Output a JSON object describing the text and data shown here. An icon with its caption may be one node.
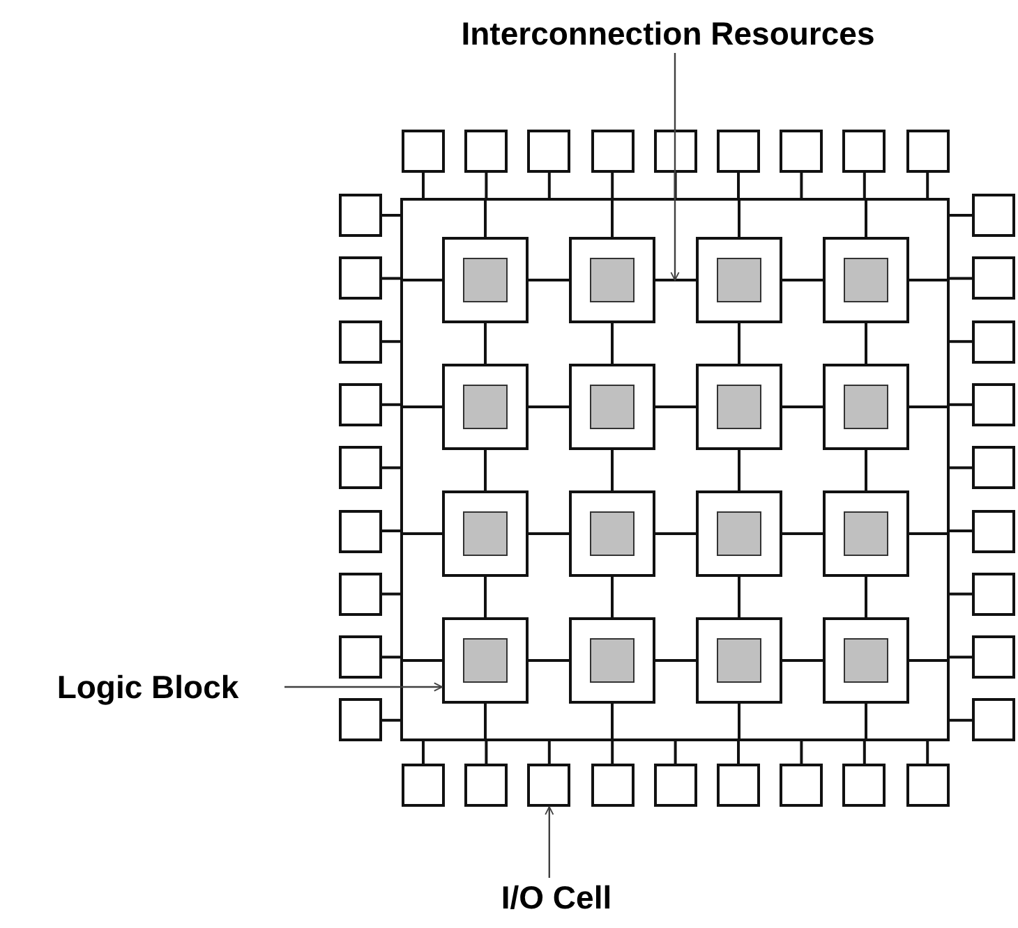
{
  "diagram": {
    "nodes": [
      {
        "text": [
          "Interconnection Resources"
        ]
      },
      {
        "text": [],
        "shape": "box"
      },
      {
        "text": [],
        "shape": "box"
      },
      {
        "text": [],
        "shape": "box"
      },
      {
        "text": [],
        "shape": "box"
      },
      {
        "text": [],
        "shape": "box"
      },
      {
        "text": [],
        "shape": "box"
      },
      {
        "text": [],
        "shape": "box"
      },
      {
        "text": [],
        "shape": "box"
      },
      {
        "text": [],
        "shape": "box"
      },
      {
        "text": [],
        "shape": "box"
      },
      {
        "text": [],
        "shape": "box"
      },
      {
        "text": [],
        "shape": "box"
      },
      {
        "text": [],
        "shape": "box"
      },
      {
        "text": [],
        "shape": "box"
      },
      {
        "text": [],
        "shape": "box"
      },
      {
        "text": [],
        "shape": "box"
      },
      {
        "text": [],
        "shape": "box"
      },
      {
        "text": [],
        "shape": "box"
      },
      {
        "text": [],
        "shape": "box"
      },
      {
        "text": [],
        "shape": "box"
      },
      {
        "text": [],
        "shape": "box"
      },
      {
        "text": [],
        "shape": "box"
      },
      {
        "text": [],
        "shape": "box"
      },
      {
        "text": [],
        "shape": "box"
      },
      {
        "text": [],
        "shape": "box"
      },
      {
        "text": [],
        "shape": "box"
      },
      {
        "text": [],
        "shape": "box"
      },
      {
        "text": [],
        "shape": "box"
      },
      {
        "text": [],
        "shape": "box",
        "in": 10
      },
      {
        "text": [],
        "shape": "box",
        "in": 10
      },
      {
        "text": [],
        "shape": "box",
        "in": 10
      },
      {
        "text": [],
        "shape": "box",
        "in": 10
      },
      {
        "text": [],
        "shape": "box",
        "in": 10
      },
      {
        "text": [],
        "shape": "box",
        "in": 10
      },
      {
        "text": [],
        "shape": "box",
        "in": 10
      },
      {
        "text": [],
        "shape": "box",
        "in": 10
      },
      {
        "text": [],
        "shape": "box",
        "in": 10
      },
      {
        "text": [],
        "shape": "box",
        "in": 10
      },
      {
        "text": [],
        "shape": "box",
        "in": 10
      },
      {
        "text": [],
        "shape": "box",
        "in": 10
      },
      {
        "text": [],
        "shape": "box",
        "in": 10
      },
      {
        "text": [],
        "shape": "box",
        "in": 10
      },
      {
        "text": [],
        "shape": "box",
        "in": 10
      },
      {
        "text": [],
        "shape": "box",
        "in": 10
      },
      {
        "text": [
          "Logic Block"
        ]
      },
      {
        "text": [],
        "shape": "box"
      },
      {
        "text": [],
        "shape": "box"
      },
      {
        "text": [],
        "shape": "box"
      },
      {
        "text": [],
        "shape": "box"
      },
      {
        "text": [],
        "shape": "box"
      },
      {
        "text": [],
        "shape": "box"
      },
      {
        "text": [],
        "shape": "box"
      },
      {
        "text": [],
        "shape": "box"
      },
      {
        "text": [],
        "shape": "box"
      },
      {
        "text": [
          "I/O Cell"
        ]
      }
    ],
    "edges": [
      {
        "from": 1,
        "to": 10,
        "arrow": "none"
      },
      {
        "from": 2,
        "to": 10,
        "arrow": "none"
      },
      {
        "from": 3,
        "to": 10,
        "arrow": "none"
      },
      {
        "from": 4,
        "to": 10,
        "arrow": "none"
      },
      {
        "from": 5,
        "to": 10,
        "arrow": "none"
      },
      {
        "from": 6,
        "to": 10,
        "arrow": "none"
      },
      {
        "from": 7,
        "to": 10,
        "arrow": "none"
      },
      {
        "from": 8,
        "to": 10,
        "arrow": "none"
      },
      {
        "from": 9,
        "to": 10,
        "arrow": "none"
      },
      {
        "from": 11,
        "to": 10,
        "arrow": "none"
      },
      {
        "from": 12,
        "to": 10,
        "arrow": "none"
      },
      {
        "from": 13,
        "to": 10,
        "arrow": "none"
      },
      {
        "from": 14,
        "to": 10,
        "arrow": "none"
      },
      {
        "from": 15,
        "to": 10,
        "arrow": "none"
      },
      {
        "from": 16,
        "to": 10,
        "arrow": "none"
      },
      {
        "from": 17,
        "to": 10,
        "arrow": "none"
      },
      {
        "from": 18,
        "to": 10,
        "arrow": "none"
      },
      {
        "from": 19,
        "to": 10,
        "arrow": "none"
      },
      {
        "from": 20,
        "to": 10,
        "arrow": "none"
      },
      {
        "from": 21,
        "to": 10,
        "arrow": "none"
      },
      {
        "from": 22,
        "to": 10,
        "arrow": "none"
      },
      {
        "from": 23,
        "to": 10,
        "arrow": "none"
      },
      {
        "from": 24,
        "to": 10,
        "arrow": "none"
      },
      {
        "from": 25,
        "to": 10,
        "arrow": "none"
      },
      {
        "from": 26,
        "to": 10,
        "arrow": "none"
      },
      {
        "from": 27,
        "to": 10,
        "arrow": "none"
      },
      {
        "from": 28,
        "to": 10,
        "arrow": "none"
      },
      {
        "from": 46,
        "to": 10,
        "arrow": "none"
      },
      {
        "from": 47,
        "to": 10,
        "arrow": "none"
      },
      {
        "from": 48,
        "to": 10,
        "arrow": "none"
      },
      {
        "from": 49,
        "to": 10,
        "arrow": "none"
      },
      {
        "from": 50,
        "to": 10,
        "arrow": "none"
      },
      {
        "from": 51,
        "to": 10,
        "arrow": "none"
      },
      {
        "from": 52,
        "to": 10,
        "arrow": "none"
      },
      {
        "from": 53,
        "to": 10,
        "arrow": "none"
      },
      {
        "from": 54,
        "to": 10,
        "arrow": "none"
      },
      {
        "from": 29,
        "to": 10,
        "arrow": "none"
      },
      {
        "from": 30,
        "to": 10,
        "arrow": "none"
      },
      {
        "from": 31,
        "to": 10,
        "arrow": "none"
      },
      {
        "from": 32,
        "to": 10,
        "arrow": "none"
      },
      {
        "from": 41,
        "to": 10,
        "arrow": "none"
      },
      {
        "from": 42,
        "to": 10,
        "arrow": "none"
      },
      {
        "from": 43,
        "to": 10,
        "arrow": "none"
      },
      {
        "from": 44,
        "to": 10,
        "arrow": "none"
      },
      {
        "from": 29,
        "to": 10,
        "arrow": "none"
      },
      {
        "from": 33,
        "to": 10,
        "arrow": "none"
      },
      {
        "from": 37,
        "to": 10,
        "arrow": "none"
      },
      {
        "from": 41,
        "to": 10,
        "arrow": "none"
      },
      {
        "from": 32,
        "to": 10,
        "arrow": "none"
      },
      {
        "from": 36,
        "to": 10,
        "arrow": "none"
      },
      {
        "from": 40,
        "to": 10,
        "arrow": "none"
      },
      {
        "from": 44,
        "to": 10,
        "arrow": "none"
      },
      {
        "from": 29,
        "to": 30,
        "arrow": "none"
      },
      {
        "from": 30,
        "to": 31,
        "arrow": "none"
      },
      {
        "from": 31,
        "to": 32,
        "arrow": "none"
      },
      {
        "from": 33,
        "to": 34,
        "arrow": "none"
      },
      {
        "from": 34,
        "to": 35,
        "arrow": "none"
      },
      {
        "from": 35,
        "to": 36,
        "arrow": "none"
      },
      {
        "from": 37,
        "to": 38,
        "arrow": "none"
      },
      {
        "from": 38,
        "to": 39,
        "arrow": "none"
      },
      {
        "from": 39,
        "to": 40,
        "arrow": "none"
      },
      {
        "from": 41,
        "to": 42,
        "arrow": "none"
      },
      {
        "from": 42,
        "to": 43,
        "arrow": "none"
      },
      {
        "from": 43,
        "to": 44,
        "arrow": "none"
      },
      {
        "from": 29,
        "to": 33,
        "arrow": "none"
      },
      {
        "from": 33,
        "to": 37,
        "arrow": "none"
      },
      {
        "from": 37,
        "to": 41,
        "arrow": "none"
      },
      {
        "from": 30,
        "to": 34,
        "arrow": "none"
      },
      {
        "from": 34,
        "to": 38,
        "arrow": "none"
      },
      {
        "from": 38,
        "to": 42,
        "arrow": "none"
      },
      {
        "from": 31,
        "to": 35,
        "arrow": "none"
      },
      {
        "from": 35,
        "to": 39,
        "arrow": "none"
      },
      {
        "from": 39,
        "to": 43,
        "arrow": "none"
      },
      {
        "from": 32,
        "to": 36,
        "arrow": "none"
      },
      {
        "from": 36,
        "to": 40,
        "arrow": "none"
      },
      {
        "from": 40,
        "to": 44,
        "arrow": "none"
      },
      {
        "from": 0,
        "to": 10,
        "arrow": "to",
        "color": "#404040"
      },
      {
        "from": 45,
        "to": 41,
        "arrow": "to",
        "color": "#404040"
      },
      {
        "from": 55,
        "to": 48,
        "arrow": "to",
        "color": "#404040"
      }
    ]
  }
}
